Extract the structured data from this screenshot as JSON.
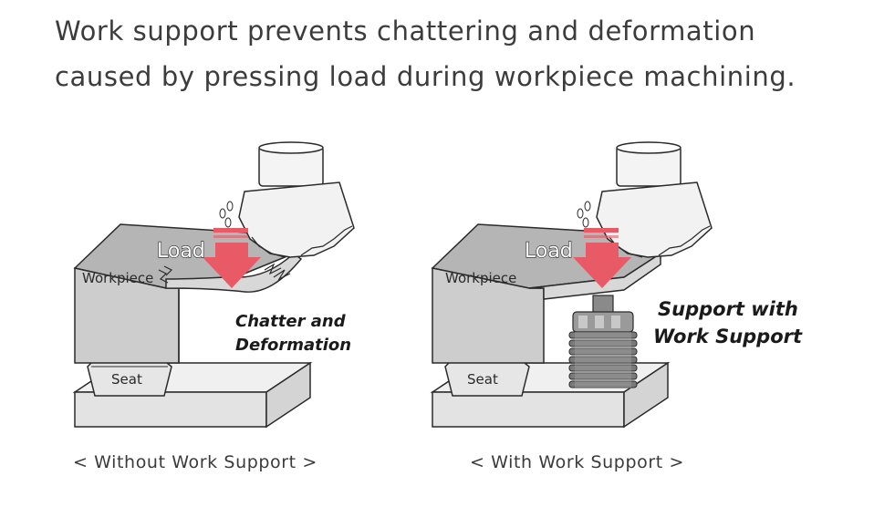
{
  "headline": {
    "line1": "Work support prevents chattering and deformation",
    "line2": "caused by pressing load during workpiece machining."
  },
  "left_panel": {
    "load_label": "Load",
    "workpiece_label": "Workpiece",
    "seat_label": "Seat",
    "effect_line1": "Chatter and",
    "effect_line2": "Deformation",
    "caption": "< Without Work Support >"
  },
  "right_panel": {
    "load_label": "Load",
    "workpiece_label": "Workpiece",
    "seat_label": "Seat",
    "effect_line1": "Support with",
    "effect_line2": "Work Support",
    "caption": "< With Work Support >"
  },
  "colors": {
    "arrow": "#e85a66",
    "workpiece_face": "#cfcfcf",
    "workpiece_top": "#b0b0b0",
    "base": "#e9e9e9",
    "outline": "#2a2a2a"
  }
}
